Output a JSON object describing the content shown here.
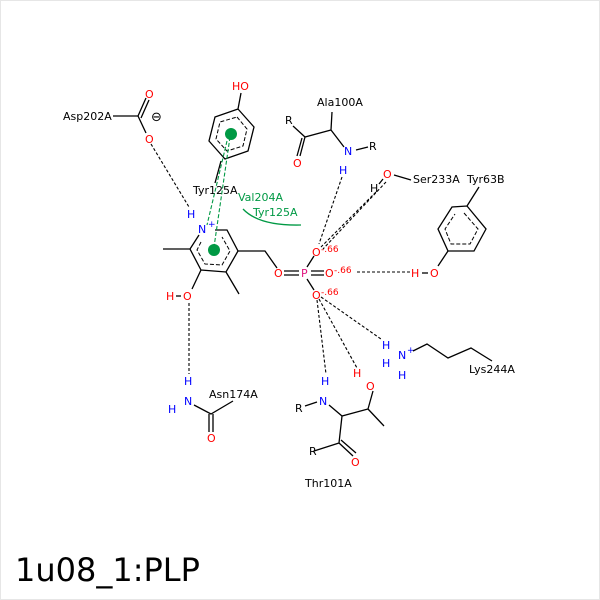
{
  "title": "1u08_1:PLP",
  "colors": {
    "hbond": "#000000",
    "hydrophobic": "#009944",
    "oxygen": "#ff0000",
    "nitrogen": "#0000ff",
    "phosphorus": "#e0147f"
  },
  "residues": {
    "asp202": "Asp202A",
    "tyr125_pi": "Tyr125A",
    "ala100": "Ala100A",
    "ser233": "Ser233A",
    "tyr63": "Tyr63B",
    "lys244": "Lys244A",
    "thr101": "Thr101A",
    "asn174": "Asn174A",
    "val204_hydrophobic": "Val204A",
    "tyr125_hydrophobic": "Tyr125A"
  },
  "atoms": {
    "O": "O",
    "N": "N",
    "H": "H",
    "P": "P",
    "R": "R",
    "HO": "HO",
    "Nplus": "N",
    "plus": "+",
    "minus": "⊖"
  },
  "charges": {
    "phosphate_o": "-.66"
  }
}
